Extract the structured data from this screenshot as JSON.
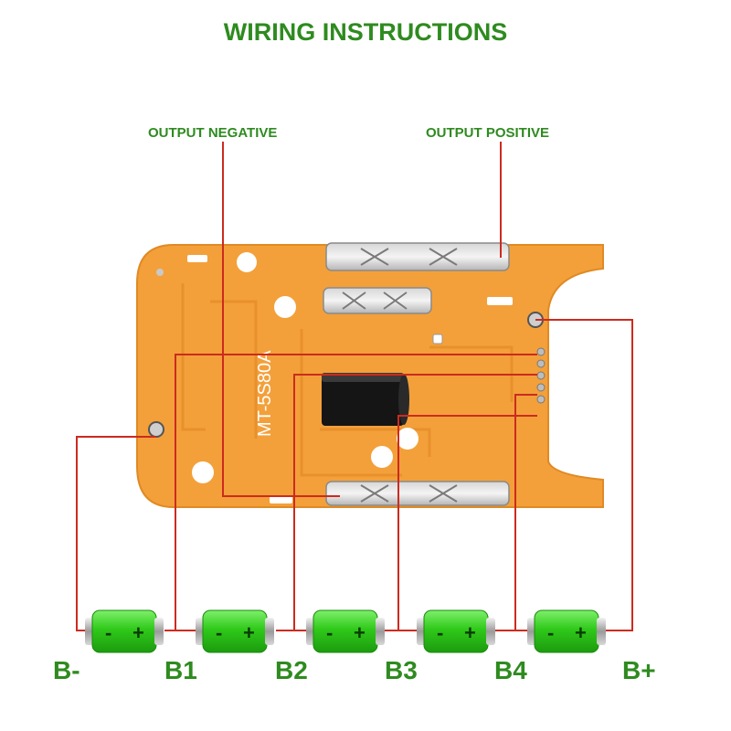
{
  "title": "WIRING INSTRUCTIONS",
  "callouts": {
    "output_negative": "OUTPUT NEGATIVE",
    "output_positive": "OUTPUT POSITIVE"
  },
  "board": {
    "model_text": "MT-5S80A"
  },
  "battery": {
    "minus_sign": "-",
    "plus_sign": "+"
  },
  "terminals": [
    "B-",
    "B1",
    "B2",
    "B3",
    "B4",
    "B+"
  ],
  "colors": {
    "title_green": "#2e8b1f",
    "wire_red": "#cc2b1f",
    "board_orange": "#f3a03a",
    "battery_green": "#33d11f"
  }
}
